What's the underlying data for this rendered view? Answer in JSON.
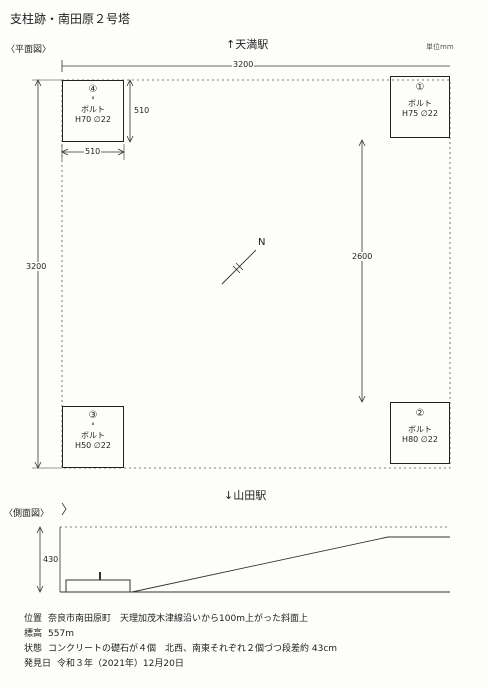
{
  "title": "支柱跡・南田原２号塔",
  "plan_label": "〈平面図〉",
  "side_label": "〈側面図〉",
  "unit": "単位mm",
  "north_station": "↑天満駅",
  "south_station": "↓山田駅",
  "north_arrow": "N",
  "dims": {
    "top_width": "3200",
    "left_height": "3200",
    "inner_span": "2600",
    "box_width": "510",
    "box_height": "510",
    "side_height": "430"
  },
  "foundations": [
    {
      "num": "④",
      "bolt": "ボルト",
      "size": "H70 ∅22"
    },
    {
      "num": "①",
      "bolt": "ボルト",
      "size": "H75 ∅22"
    },
    {
      "num": "③",
      "bolt": "ボルト",
      "size": "H50 ∅22"
    },
    {
      "num": "②",
      "bolt": "ボルト",
      "size": "H80 ∅22"
    }
  ],
  "footer": [
    {
      "label": "位置",
      "value": "奈良市南田原町　天理加茂木津線沿いから100m上がった斜面上"
    },
    {
      "label": "標高",
      "value": "557m"
    },
    {
      "label": "状態",
      "value": "コンクリートの礎石が４個　北西、南東それぞれ２個づつ段差約 43cm"
    },
    {
      "label": "発見日",
      "value": "令和３年（2021年）12月20日"
    }
  ]
}
